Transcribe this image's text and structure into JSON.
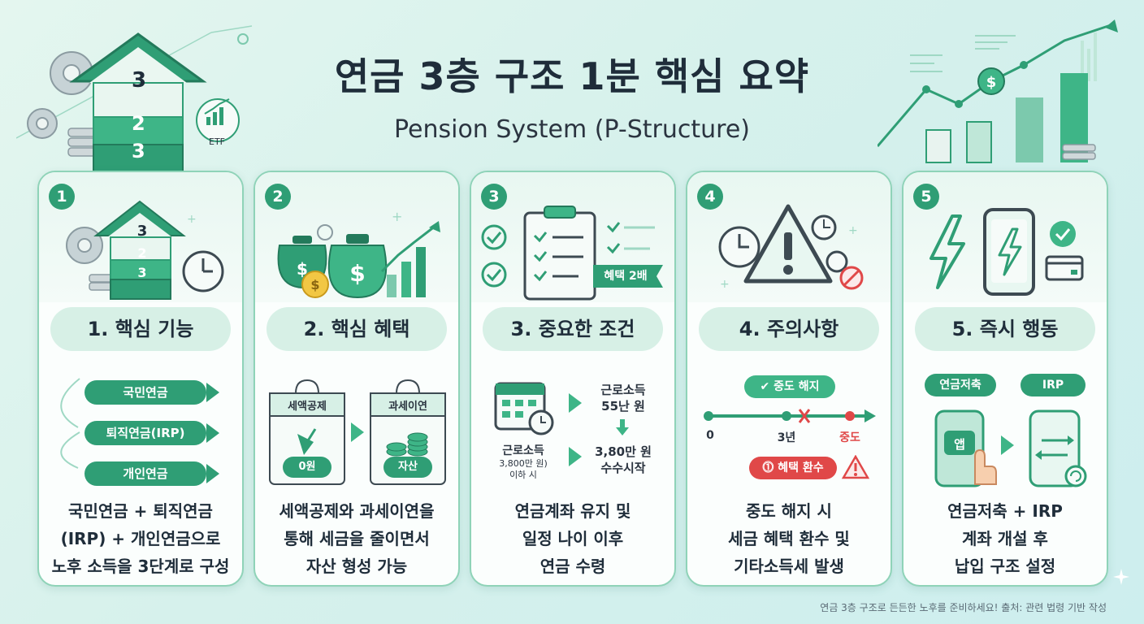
{
  "header": {
    "title": "연금 3층 구조 1분 핵심 요약",
    "subtitle": "Pension System (P-Structure)",
    "house_floors": [
      "3",
      "2",
      "3"
    ],
    "etf_label": "ETF"
  },
  "colors": {
    "accent": "#2f9e75",
    "accent_light": "#d7f0e6",
    "warning": "#e04848"
  },
  "cards": [
    {
      "number": "1",
      "heading": "1. 핵심 기능",
      "house_floors": [
        "3",
        "2",
        "3"
      ],
      "pills": [
        "국민연금",
        "퇴직연금(IRP)",
        "개인연금"
      ],
      "description": "국민연금 + 퇴직연금\n(IRP) + 개인연금으로\n노후 소득을 3단계로 구성"
    },
    {
      "number": "2",
      "heading": "2. 핵심 혜택",
      "bag_left_label": "세액공제",
      "bag_left_value": "0원",
      "bag_right_label": "과세이연",
      "bag_right_value": "자산",
      "description": "세액공제와 과세이연을\n통해 세금을 줄이면서\n자산 형성 가능"
    },
    {
      "number": "3",
      "heading": "3. 중요한 조건",
      "ribbon": "혜택 2배",
      "cond_top": "근로소득\n55난 원",
      "cond_left_main": "근로소득",
      "cond_left_sub": "3,800만 원)\n이하 시",
      "cond_right": "3,80만 원\n수수시작",
      "description": "연금계좌 유지 및\n일정 나이 이후\n연금 수령"
    },
    {
      "number": "4",
      "heading": "4. 주의사항",
      "top_badge": "중도 해지",
      "axis_start": "0",
      "axis_mid": "3년",
      "axis_end": "중도",
      "bottom_badge": "혜택 환수",
      "description": "중도 해지 시\n세금 혜택 환수 및\n기타소득세 발생"
    },
    {
      "number": "5",
      "heading": "5. 즉시 행동",
      "left_badge": "연금저축",
      "right_badge": "IRP",
      "app_label": "앱",
      "description": "연금저축 + IRP\n계좌 개설 후\n납입 구조 설정"
    }
  ],
  "footer": "연금 3층 구조로 든든한 노후를 준비하세요! 출처: 관련 법령 기반 작성"
}
